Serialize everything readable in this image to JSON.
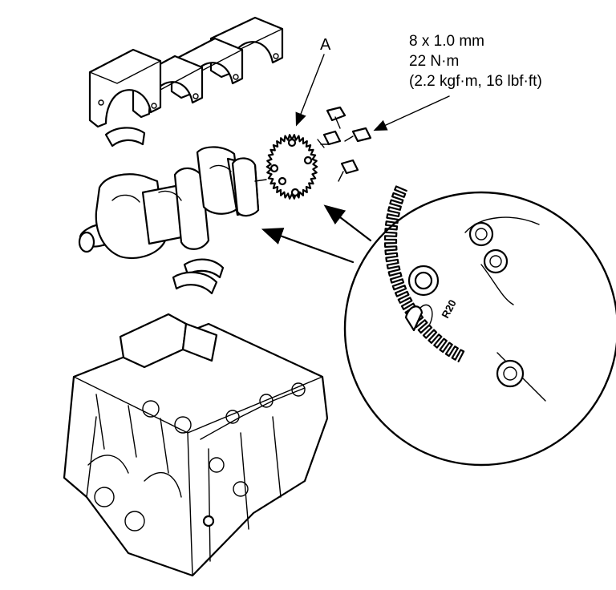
{
  "callout_letter": "A",
  "spec": {
    "bolt_size": "8 x 1.0 mm",
    "torque_nm": "22 N·m",
    "torque_alt": "(2.2 kgf·m, 16 lbf·ft)"
  },
  "detail_stamp": "R20",
  "colors": {
    "line": "#000000",
    "background": "#ffffff"
  }
}
